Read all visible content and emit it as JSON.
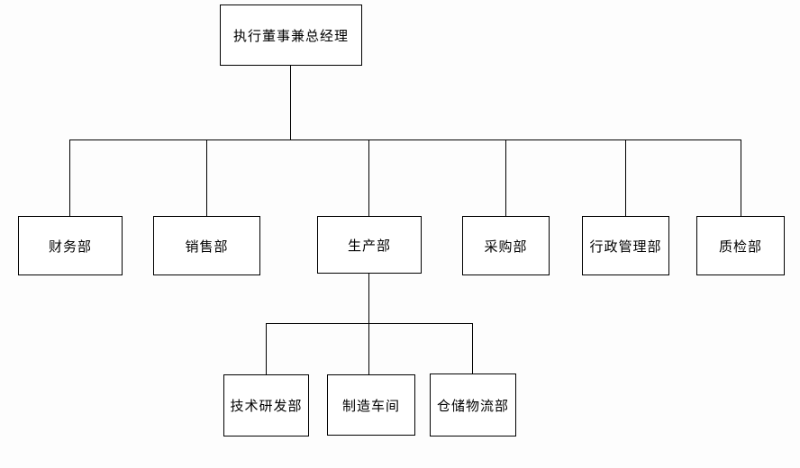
{
  "org_chart": {
    "root": {
      "label": "执行董事兼总经理"
    },
    "departments": [
      {
        "label": "财务部"
      },
      {
        "label": "销售部"
      },
      {
        "label": "生产部"
      },
      {
        "label": "采购部"
      },
      {
        "label": "行政管理部"
      },
      {
        "label": "质检部"
      }
    ],
    "production_children": [
      {
        "label": "技术研发部"
      },
      {
        "label": "制造车间"
      },
      {
        "label": "仓储物流部"
      }
    ]
  },
  "colors": {
    "background": "#fdfdfd",
    "box_fill": "#ffffff",
    "box_border": "#000000",
    "line": "#000000",
    "text": "#000000"
  }
}
